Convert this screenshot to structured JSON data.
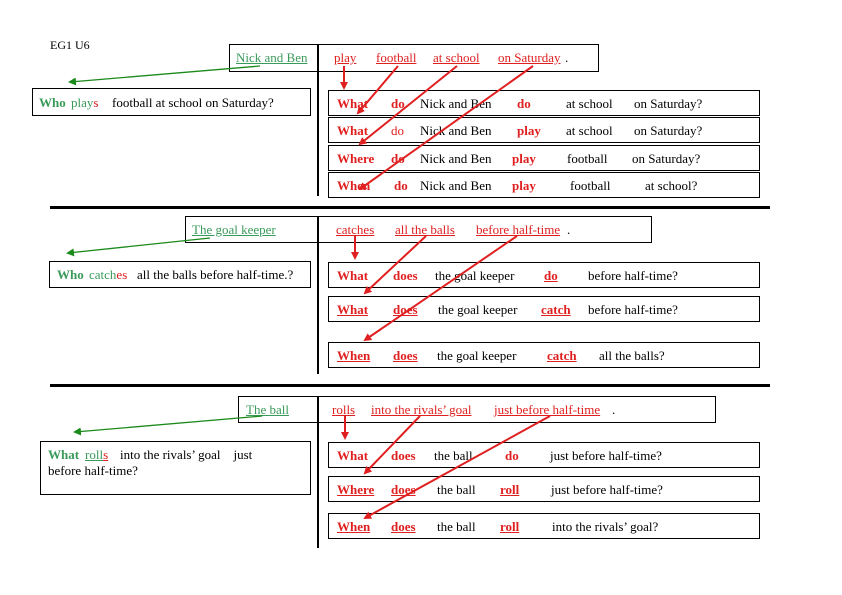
{
  "unit_label": "EG1 U6",
  "s1": {
    "subject": "Nick and Ben",
    "verb": "play",
    "obj": "football",
    "place": "at school",
    "time": "on Saturday",
    "period": ".",
    "who_q": {
      "word": "Who",
      "verb_stem": "play",
      "verb_suffix": "s",
      "rest": "football at school on Saturday?"
    },
    "rows": [
      {
        "wh": "What",
        "aux": "do",
        "subj": "Nick and Ben",
        "verb": "do",
        "c1": "at school",
        "c2": "on Saturday?"
      },
      {
        "wh": "What",
        "aux": "do",
        "subj": "Nick and Ben",
        "verb": "play",
        "c1": "at school",
        "c2": "on Saturday?"
      },
      {
        "wh": "Where",
        "aux": "do",
        "subj": "Nick and Ben",
        "verb": "play",
        "c1": "football",
        "c2": "on Saturday?"
      },
      {
        "wh": "When",
        "aux": "do",
        "subj": "Nick and Ben",
        "verb": "play",
        "c1": "football",
        "c2": "at school?"
      }
    ]
  },
  "s2": {
    "subject": "The goal keeper",
    "verb": "catches",
    "obj": "all the balls",
    "time": "before half-time",
    "period": ".",
    "who_q": {
      "word": "Who",
      "verb_stem": "catch",
      "verb_suffix": "es",
      "rest": "all the balls before half-time.?"
    },
    "rows": [
      {
        "wh": "What",
        "aux": "does",
        "subj": "the goal keeper",
        "verb": "do",
        "c1": "before half-time?"
      },
      {
        "wh": "What",
        "aux": "does",
        "subj": "the goal keeper",
        "verb": "catch",
        "c1": "before half-time?"
      },
      {
        "wh": "When",
        "aux": "does",
        "subj": "the goal keeper",
        "verb": "catch",
        "c1": "all the balls?"
      }
    ]
  },
  "s3": {
    "subject": "The ball",
    "verb": "rolls",
    "place": "into the rivals’ goal",
    "time": "just before half-time",
    "period": ".",
    "what_q": {
      "word": "What",
      "verb_stem": "roll",
      "verb_suffix": "s",
      "rest1": "into the rivals’ goal    just",
      "rest2": "before half-time?"
    },
    "rows": [
      {
        "wh": "What",
        "aux": "does",
        "subj": "the ball",
        "verb": "do",
        "c1": "just before half-time?"
      },
      {
        "wh": "Where",
        "aux": "does",
        "subj": "the ball",
        "verb": "roll",
        "c1": "just before half-time?"
      },
      {
        "wh": "When",
        "aux": "does",
        "subj": "the ball",
        "verb": "roll",
        "c1": "into the rivals’ goal?"
      }
    ]
  },
  "colors": {
    "red": "#e02020",
    "green": "#3a9a5a",
    "line": "#000000",
    "arrow_green": "#1a8a1a"
  }
}
